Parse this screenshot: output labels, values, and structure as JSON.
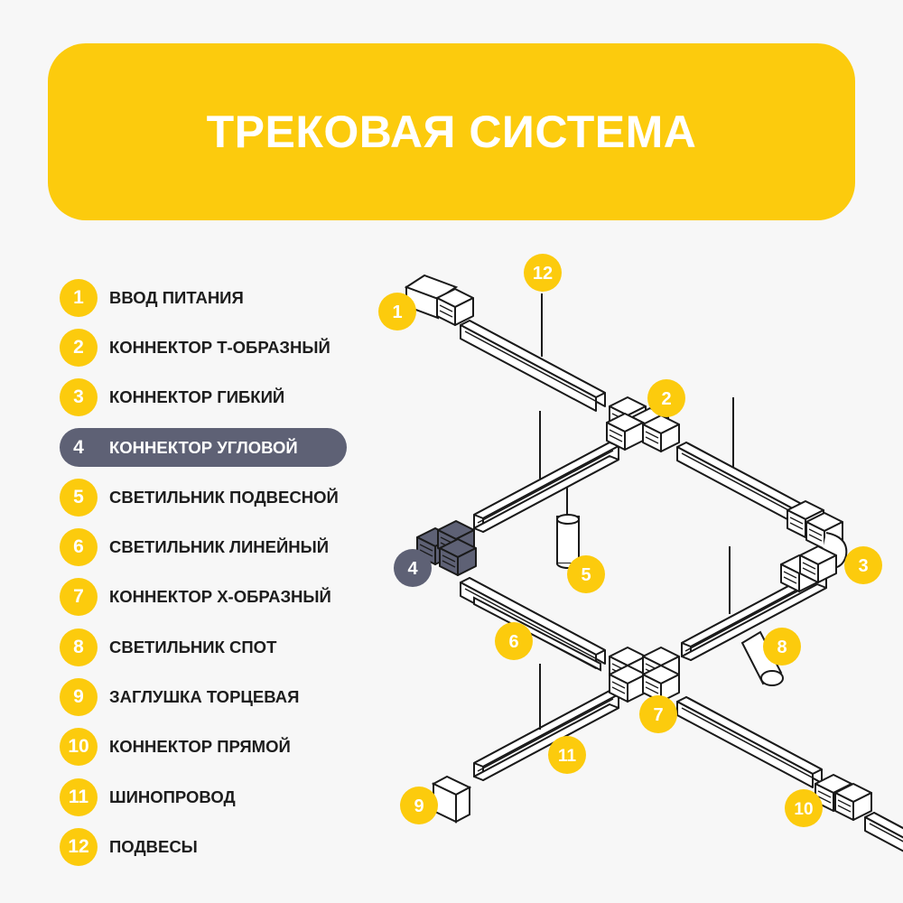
{
  "title": "ТРЕКОВАЯ СИСТЕМА",
  "selected_item": "4",
  "legend": [
    {
      "num": "1",
      "label": "ВВОД ПИТАНИЯ"
    },
    {
      "num": "2",
      "label": "КОННЕКТОР Т-ОБРАЗНЫЙ"
    },
    {
      "num": "3",
      "label": "КОННЕКТОР ГИБКИЙ"
    },
    {
      "num": "4",
      "label": "КОННЕКТОР УГЛОВОЙ"
    },
    {
      "num": "5",
      "label": "СВЕТИЛЬНИК ПОДВЕСНОЙ"
    },
    {
      "num": "6",
      "label": "СВЕТИЛЬНИК ЛИНЕЙНЫЙ"
    },
    {
      "num": "7",
      "label": "КОННЕКТОР Х-ОБРАЗНЫЙ"
    },
    {
      "num": "8",
      "label": "СВЕТИЛЬНИК СПОТ"
    },
    {
      "num": "9",
      "label": "ЗАГЛУШКА ТОРЦЕВАЯ"
    },
    {
      "num": "10",
      "label": "КОННЕКТОР ПРЯМОЙ"
    },
    {
      "num": "11",
      "label": "ШИНОПРОВОД"
    },
    {
      "num": "12",
      "label": "ПОДВЕСЫ"
    }
  ],
  "colors": {
    "accent": "#fccb0d",
    "selected": "#5e6175",
    "line": "#1a1a1a"
  }
}
